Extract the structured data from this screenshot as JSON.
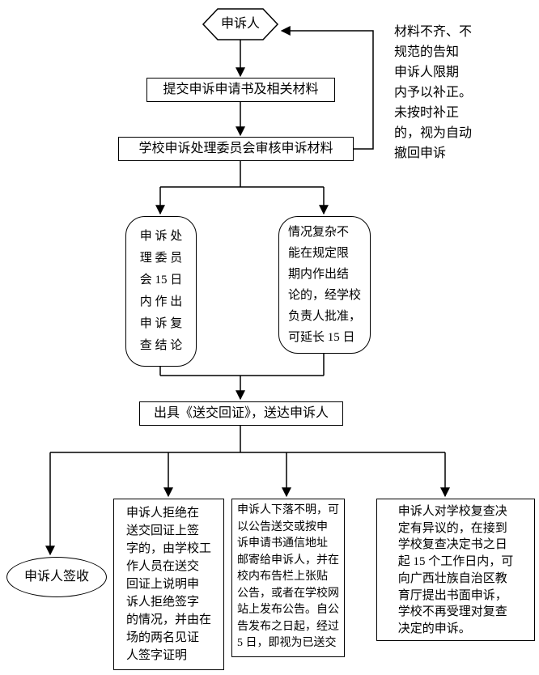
{
  "flowchart": {
    "nodes": {
      "appellant": "申诉人",
      "submit": "提交申诉申请书及相关材料",
      "review": "学校申诉处理委员会审核申诉材料",
      "conclusion": "申 诉 处\n理 委 员\n会 15 日\n内 作 出\n申 诉 复\n查 结 论",
      "extension": "情况复杂不\n能在规定限\n期内作出结\n论的，经学校\n负责人批准，\n可延长 15 日",
      "deliver": "出具《送交回证》，送达申诉人",
      "sign": "申诉人签收",
      "refuse": "申诉人拒绝在\n送交回证上签\n字的，由学校工\n作人员在送交\n回证上说明申\n诉人拒绝签字\n的情况，并由在\n场的两名见证\n人签字证明",
      "unknown": "申诉人下落不明，可\n以公告送交或按申\n诉申请书通信地址\n邮寄给申诉人，并在\n校内布告栏上张贴\n公告，或者在学校网\n站上发布公告。自公\n告发布之日起，经过\n5 日，即视为已送交",
      "disagree": "申诉人对学校复查决\n定有异议的，在接到\n学校复查决定书之日\n起 15 个工作日内，可\n向广西壮族自治区教\n育厅提出书面申诉，\n学校不再受理对复查\n决定的申诉。"
    },
    "annotation": "材料不齐、不\n规范的告知\n申诉人限期\n内予以补正。\n未按时补正\n的，视为自动\n撤回申诉",
    "colors": {
      "line": "#000000",
      "background": "#ffffff",
      "text": "#000000"
    }
  }
}
